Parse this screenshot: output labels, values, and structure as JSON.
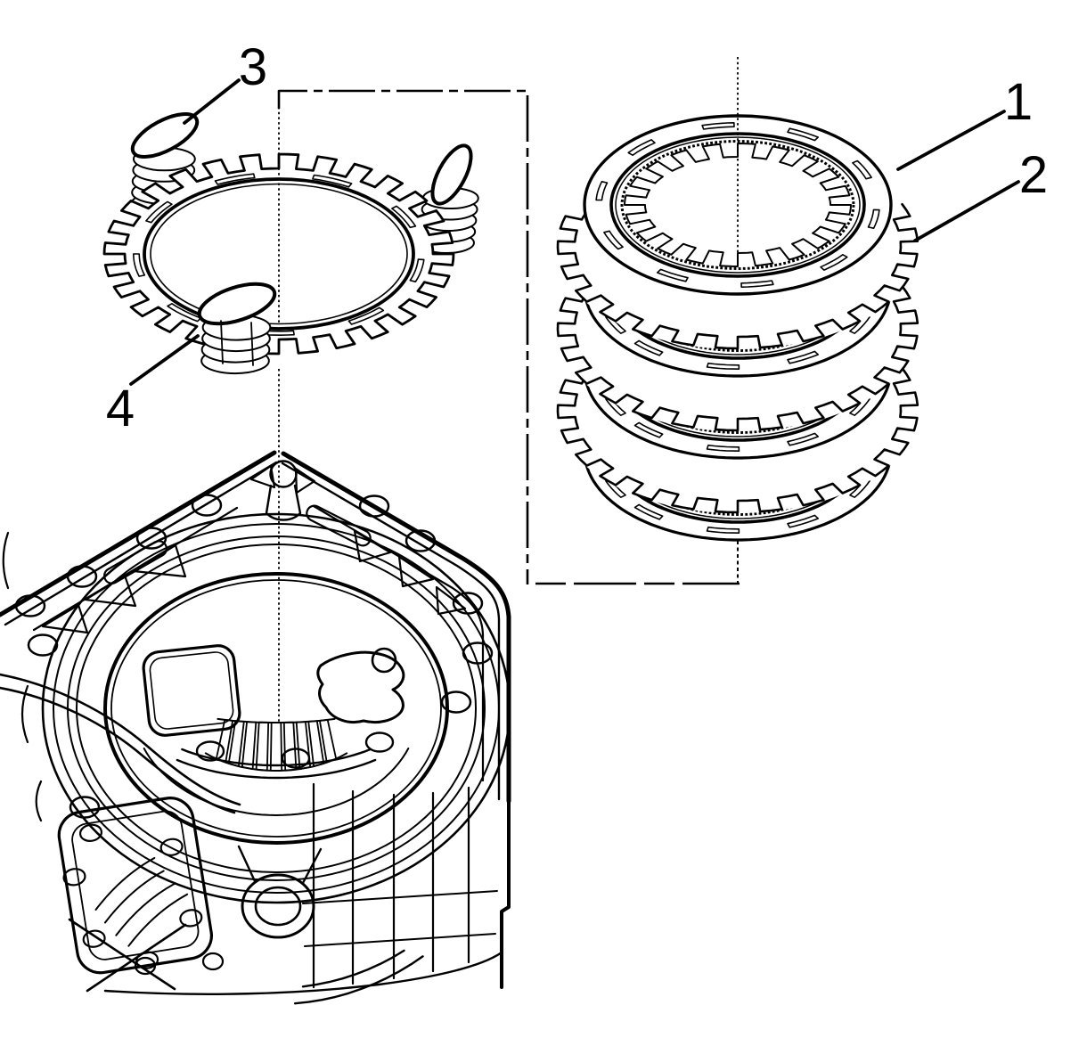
{
  "figure": {
    "background_color": "#ffffff",
    "line_color": "#000000",
    "callouts": [
      {
        "number": "1"
      },
      {
        "number": "2"
      },
      {
        "number": "3"
      },
      {
        "number": "4"
      }
    ]
  }
}
